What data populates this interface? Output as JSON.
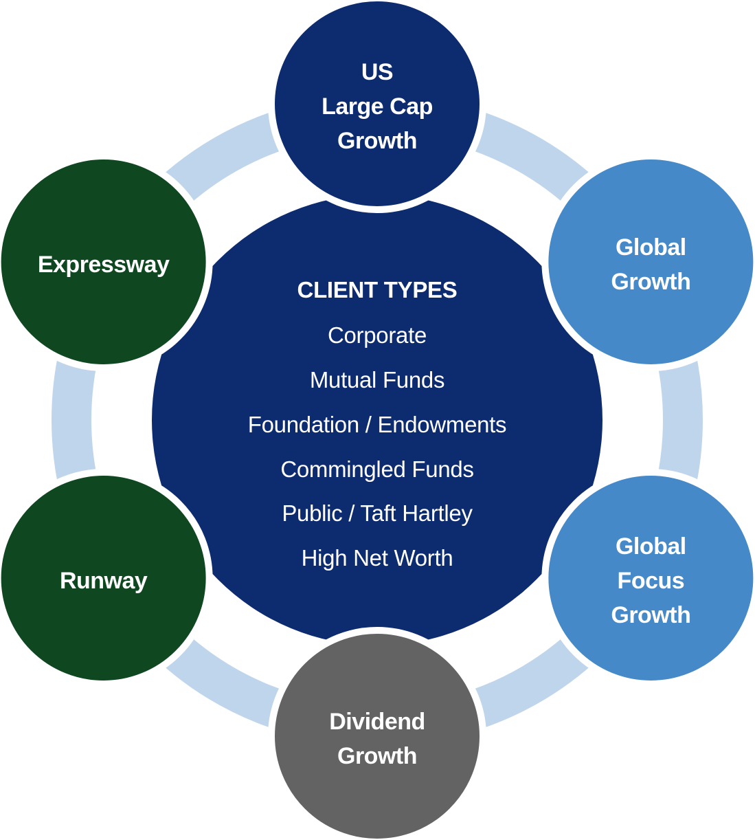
{
  "colors": {
    "ring": "#BFD5EB",
    "center": "#0D2B6F",
    "navy": "#0D2B6F",
    "green": "#0F4720",
    "blue": "#4589C8",
    "gray": "#636363",
    "gap": "#FFFFFF",
    "text": "#FFFFFF"
  },
  "center": {
    "title": "CLIENT TYPES",
    "items": [
      "Corporate",
      "Mutual Funds",
      "Foundation / Endowments",
      "Commingled Funds",
      "Public / Taft Hartley",
      "High Net Worth"
    ]
  },
  "nodes": [
    {
      "id": "us-large-cap-growth",
      "lines": [
        "US",
        "Large Cap",
        "Growth"
      ],
      "color_key": "navy"
    },
    {
      "id": "global-growth",
      "lines": [
        "Global",
        "Growth"
      ],
      "color_key": "blue"
    },
    {
      "id": "global-focus-growth",
      "lines": [
        "Global",
        "Focus",
        "Growth"
      ],
      "color_key": "blue"
    },
    {
      "id": "dividend-growth",
      "lines": [
        "Dividend",
        "Growth"
      ],
      "color_key": "gray"
    },
    {
      "id": "runway",
      "lines": [
        "Runway"
      ],
      "color_key": "green"
    },
    {
      "id": "expressway",
      "lines": [
        "Expressway"
      ],
      "color_key": "green"
    }
  ]
}
